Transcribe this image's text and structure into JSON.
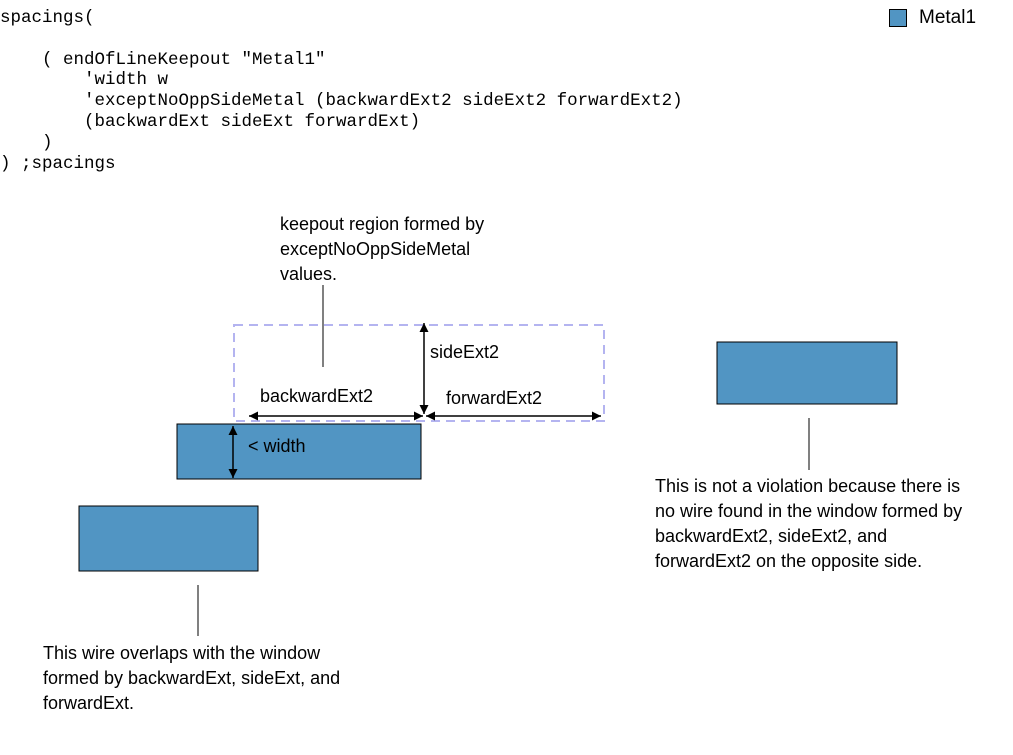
{
  "colors": {
    "metal_fill": "#5195c3",
    "window_outline": "#b4b4f0"
  },
  "legend": {
    "label": "Metal1"
  },
  "code": {
    "lines": [
      "spacings(",
      "",
      "    ( endOfLineKeepout \"Metal1\"",
      "        'width w",
      "        'exceptNoOppSideMetal (backwardExt2 sideExt2 forwardExt2)",
      "        (backwardExt sideExt forwardExt)",
      "    )",
      ") ;spacings"
    ]
  },
  "annotations": {
    "keepout_caption": [
      "keepout region formed by",
      "exceptNoOppSideMetal",
      "values."
    ],
    "side_ext2": "sideExt2",
    "backward_ext2": "backwardExt2",
    "forward_ext2": "forwardExt2",
    "width": "< width",
    "violation_caption": [
      "This wire overlaps with the window",
      "formed by backwardExt, sideExt, and",
      "forwardExt."
    ],
    "no_violation_caption": [
      "This is not a violation because there is",
      "no wire found in the window formed by",
      "backwardExt2, sideExt2, and",
      "forwardExt2 on the opposite side."
    ]
  }
}
